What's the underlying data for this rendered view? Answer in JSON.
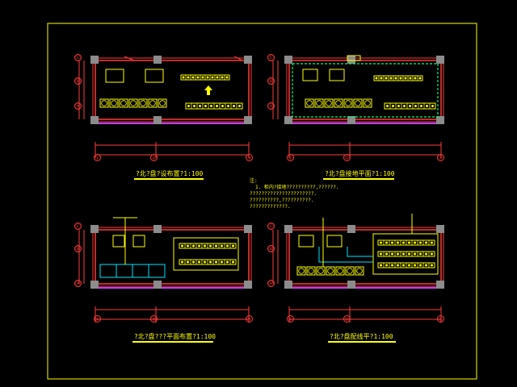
{
  "drawing": {
    "colors": {
      "background": "#000000",
      "frame": "#ffff00",
      "wall": "#ff3b3b",
      "dimension": "#ff3b3b",
      "equipment": "#ffff00",
      "column": "#8c8c8c",
      "floor_line": "#c040ff",
      "cable": "#00e5ff",
      "ground_bus": "#00ff66",
      "door_arrow": "#ffff00"
    },
    "plans": [
      {
        "key": "tl",
        "title": "?北?盘?设布置?1:100",
        "col_axes": [
          "①",
          "②",
          "③"
        ],
        "row_axes": [
          "Ⓐ",
          "Ⓑ",
          "Ⓒ"
        ]
      },
      {
        "key": "tr",
        "title": "?北?盘接地平面?1:100",
        "col_axes": [
          "①",
          "②",
          "③"
        ],
        "row_axes": [
          "Ⓐ",
          "Ⓑ",
          "Ⓒ"
        ]
      },
      {
        "key": "bl",
        "title": "?北?盘???平面布置?1:100",
        "col_axes": [
          "①",
          "②",
          "③"
        ],
        "row_axes": [
          "Ⓐ",
          "Ⓑ",
          "Ⓒ"
        ]
      },
      {
        "key": "br",
        "title": "?北?盘配线平?1:100",
        "col_axes": [
          "①",
          "②",
          "③"
        ],
        "row_axes": [
          "Ⓐ",
          "Ⓑ",
          "Ⓒ"
        ]
      }
    ],
    "notes": {
      "heading": "注:",
      "lines": [
        "1. 柜内?接地??????????,??????.",
        "??????????????????????.",
        "??????????,??????????.",
        "?????????????."
      ]
    },
    "icons": [
      "axis-bubble-icon",
      "door-arrow-icon",
      "column-icon",
      "cabinet-icon"
    ]
  }
}
